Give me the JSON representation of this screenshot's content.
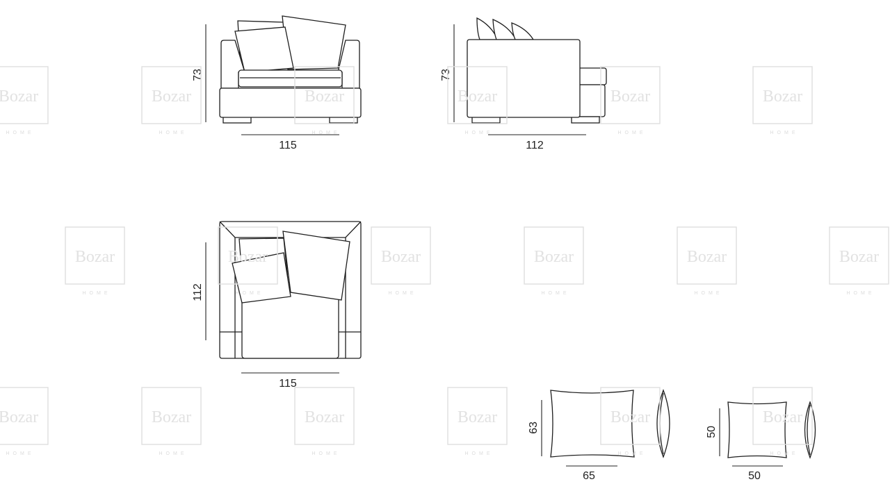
{
  "brand": {
    "watermark_word": "Bozar",
    "watermark_sub": "HOME"
  },
  "views": {
    "front": {
      "width_label": "115",
      "height_label": "73"
    },
    "side": {
      "depth_label": "112",
      "height_label": "73"
    },
    "top": {
      "width_label": "115",
      "depth_label": "112"
    },
    "pillow_large": {
      "width_label": "65",
      "height_label": "63"
    },
    "pillow_small": {
      "width_label": "50",
      "height_label": "50"
    }
  },
  "colors": {
    "line": "#1e1e1e",
    "watermark": "#e2e2e2",
    "background": "#ffffff"
  }
}
